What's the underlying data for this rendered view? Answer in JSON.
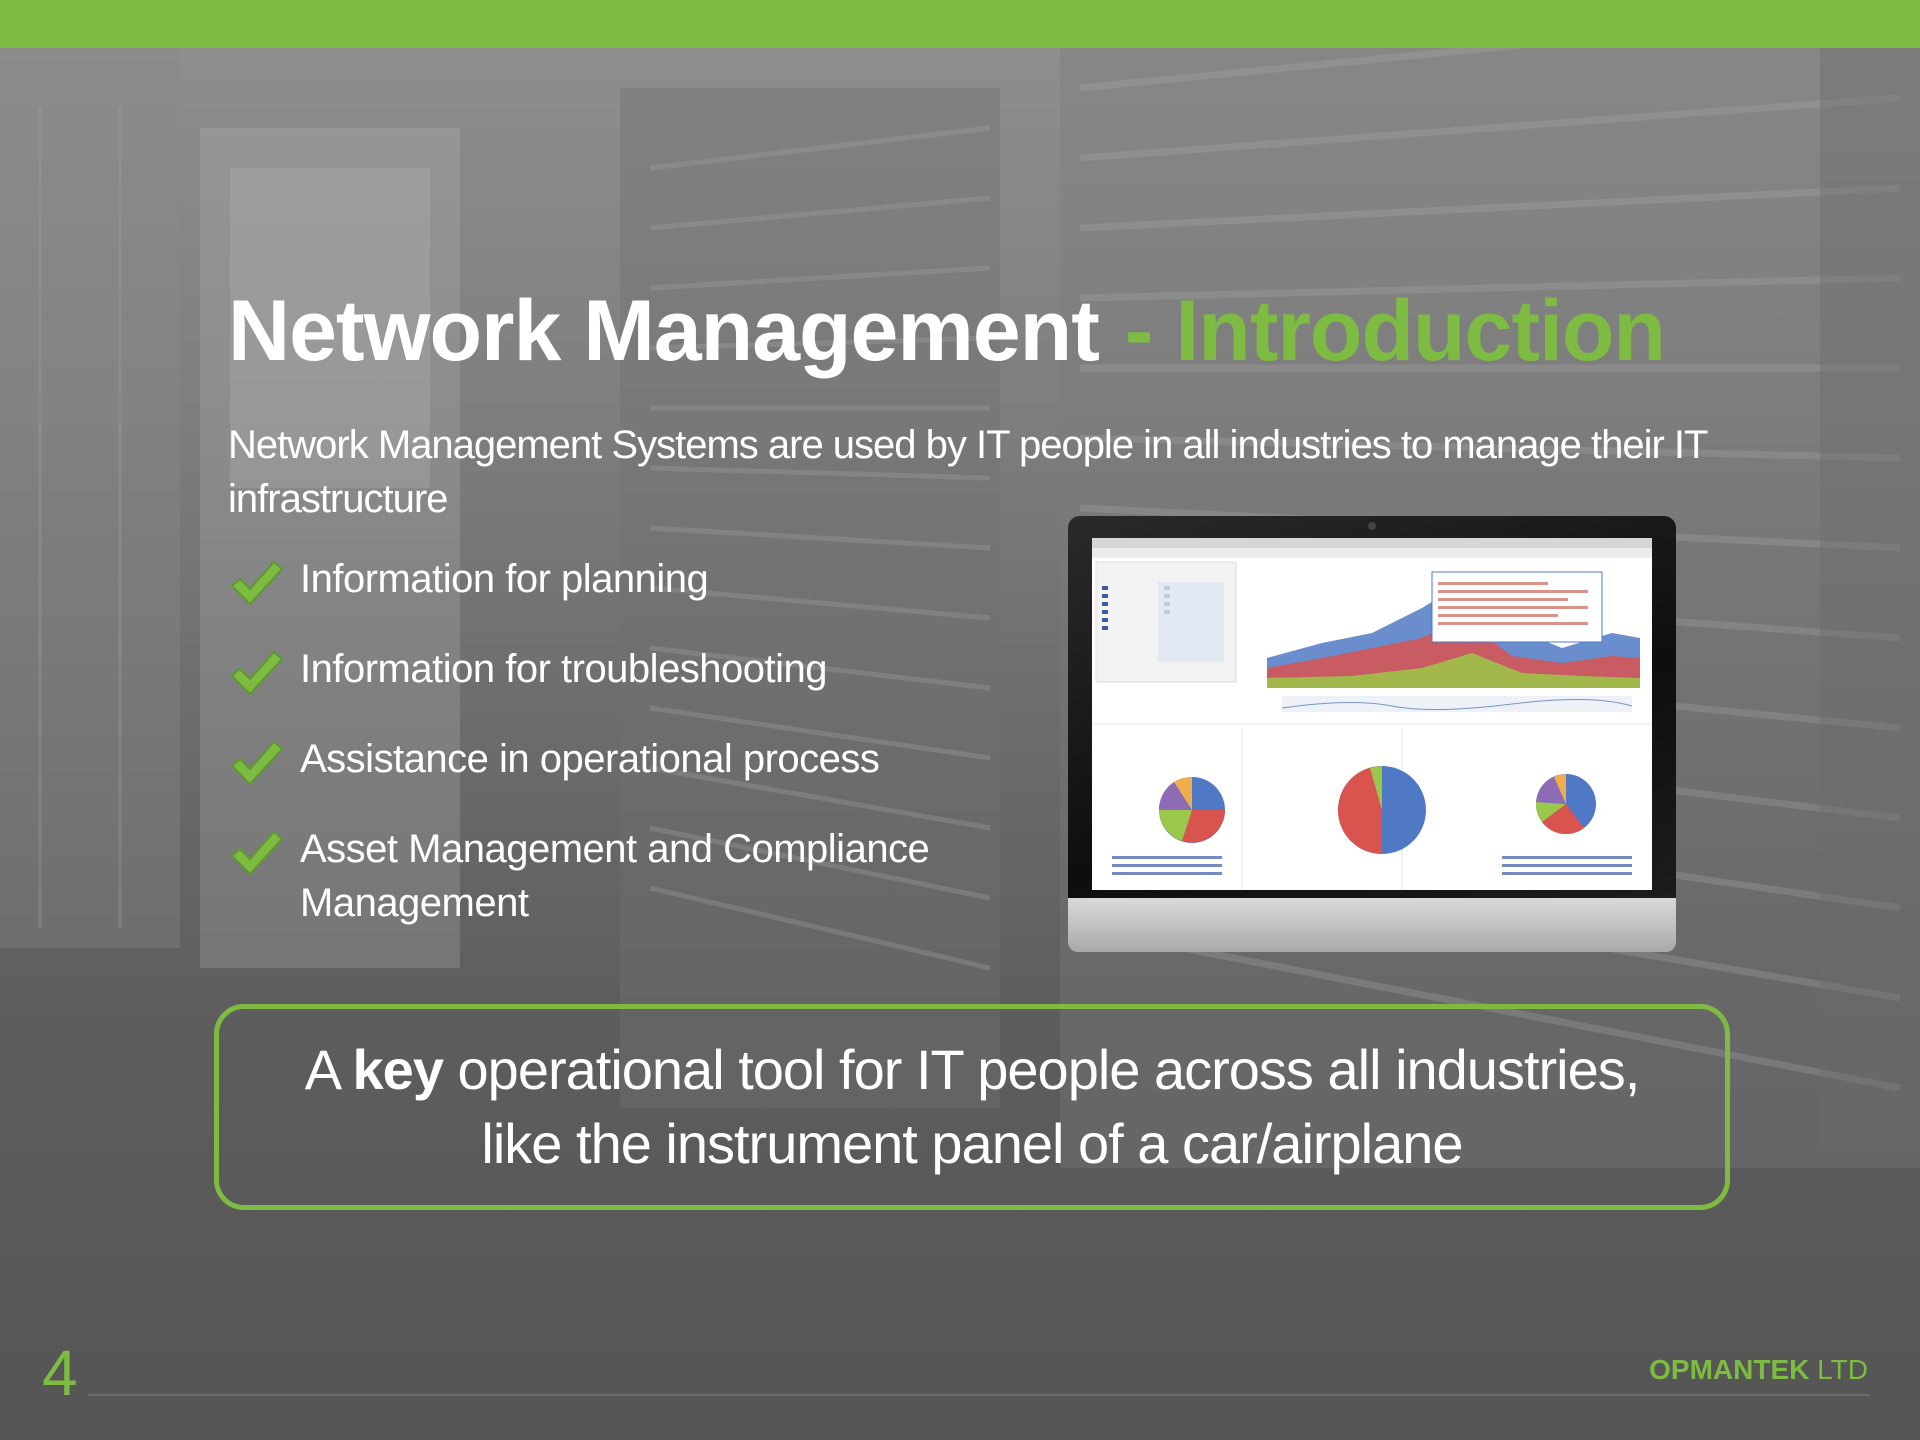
{
  "slide": {
    "title": "Network Management",
    "title_accent": "- Introduction",
    "intro": "Network Management Systems are used by IT people in all industries to manage their IT infrastructure",
    "bullets": [
      "Information for planning",
      "Information for troubleshooting",
      "Assistance in operational process",
      "Asset Management and Compliance Management"
    ],
    "callout": {
      "line1_start": "A",
      "line1_bold": "key",
      "line1_end": "operational tool for IT people across all industries,",
      "line2": "like the instrument panel of a car/airplane"
    }
  },
  "footer": {
    "page_number": "4",
    "company_bold": "OPMANTEK",
    "company_suffix": "LTD"
  },
  "colors": {
    "accent": "#7dbb42",
    "background": "#575757",
    "text": "#ffffff"
  },
  "icons": {
    "bullet": "checkmark-icon"
  }
}
